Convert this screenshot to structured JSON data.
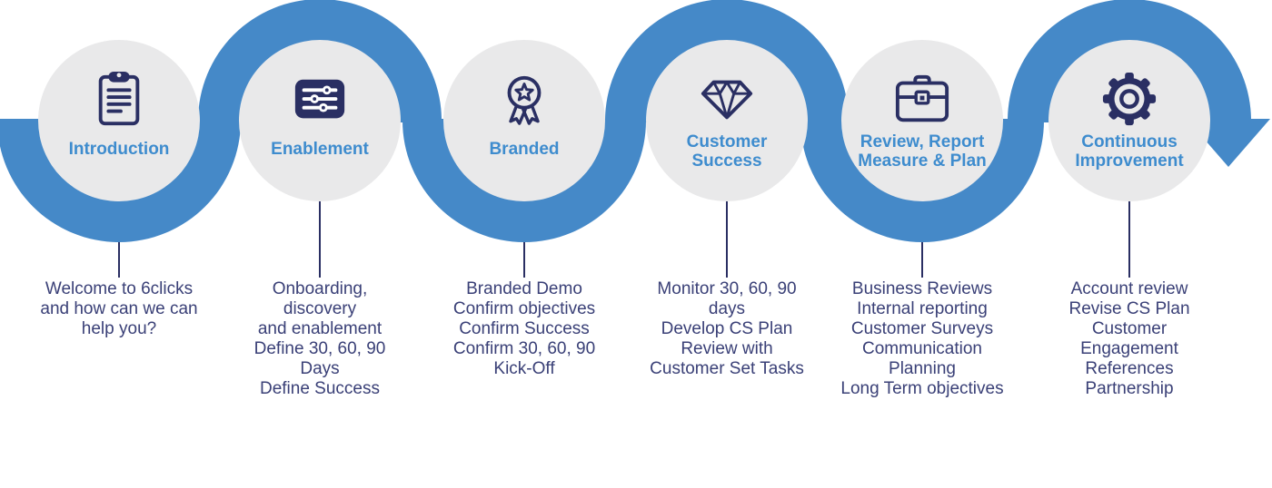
{
  "colors": {
    "ribbon_blue": "#4589C8",
    "label_blue": "#3E8CCE",
    "icon_navy": "#2A2F63",
    "text_navy": "#3A4077",
    "circle_gray": "#E9E9EA",
    "background": "#FFFFFF"
  },
  "arrow": {
    "shape": "down-right-arrowhead"
  },
  "steps": [
    {
      "label": "Introduction",
      "icon": "clipboard-icon",
      "details": "Welcome to 6clicks\nand how can we can\nhelp you?"
    },
    {
      "label": "Enablement",
      "icon": "sliders-icon",
      "details": "Onboarding,\ndiscovery\nand enablement\nDefine 30, 60, 90\nDays\nDefine Success"
    },
    {
      "label": "Branded",
      "icon": "award-medal-icon",
      "details": "Branded Demo\nConfirm objectives\nConfirm Success\nConfirm 30, 60, 90\nKick-Off"
    },
    {
      "label": "Customer\nSuccess",
      "icon": "diamond-icon",
      "details": "Monitor 30, 60, 90\ndays\nDevelop CS Plan\nReview with\nCustomer Set Tasks"
    },
    {
      "label": "Review, Report\nMeasure & Plan",
      "icon": "briefcase-icon",
      "details": "Business Reviews\nInternal reporting\nCustomer Surveys\nCommunication\nPlanning\nLong Term objectives"
    },
    {
      "label": "Continuous\nImprovement",
      "icon": "gear-icon",
      "details": "Account review\nRevise CS Plan\nCustomer\nEngagement\nReferences\nPartnership"
    }
  ]
}
